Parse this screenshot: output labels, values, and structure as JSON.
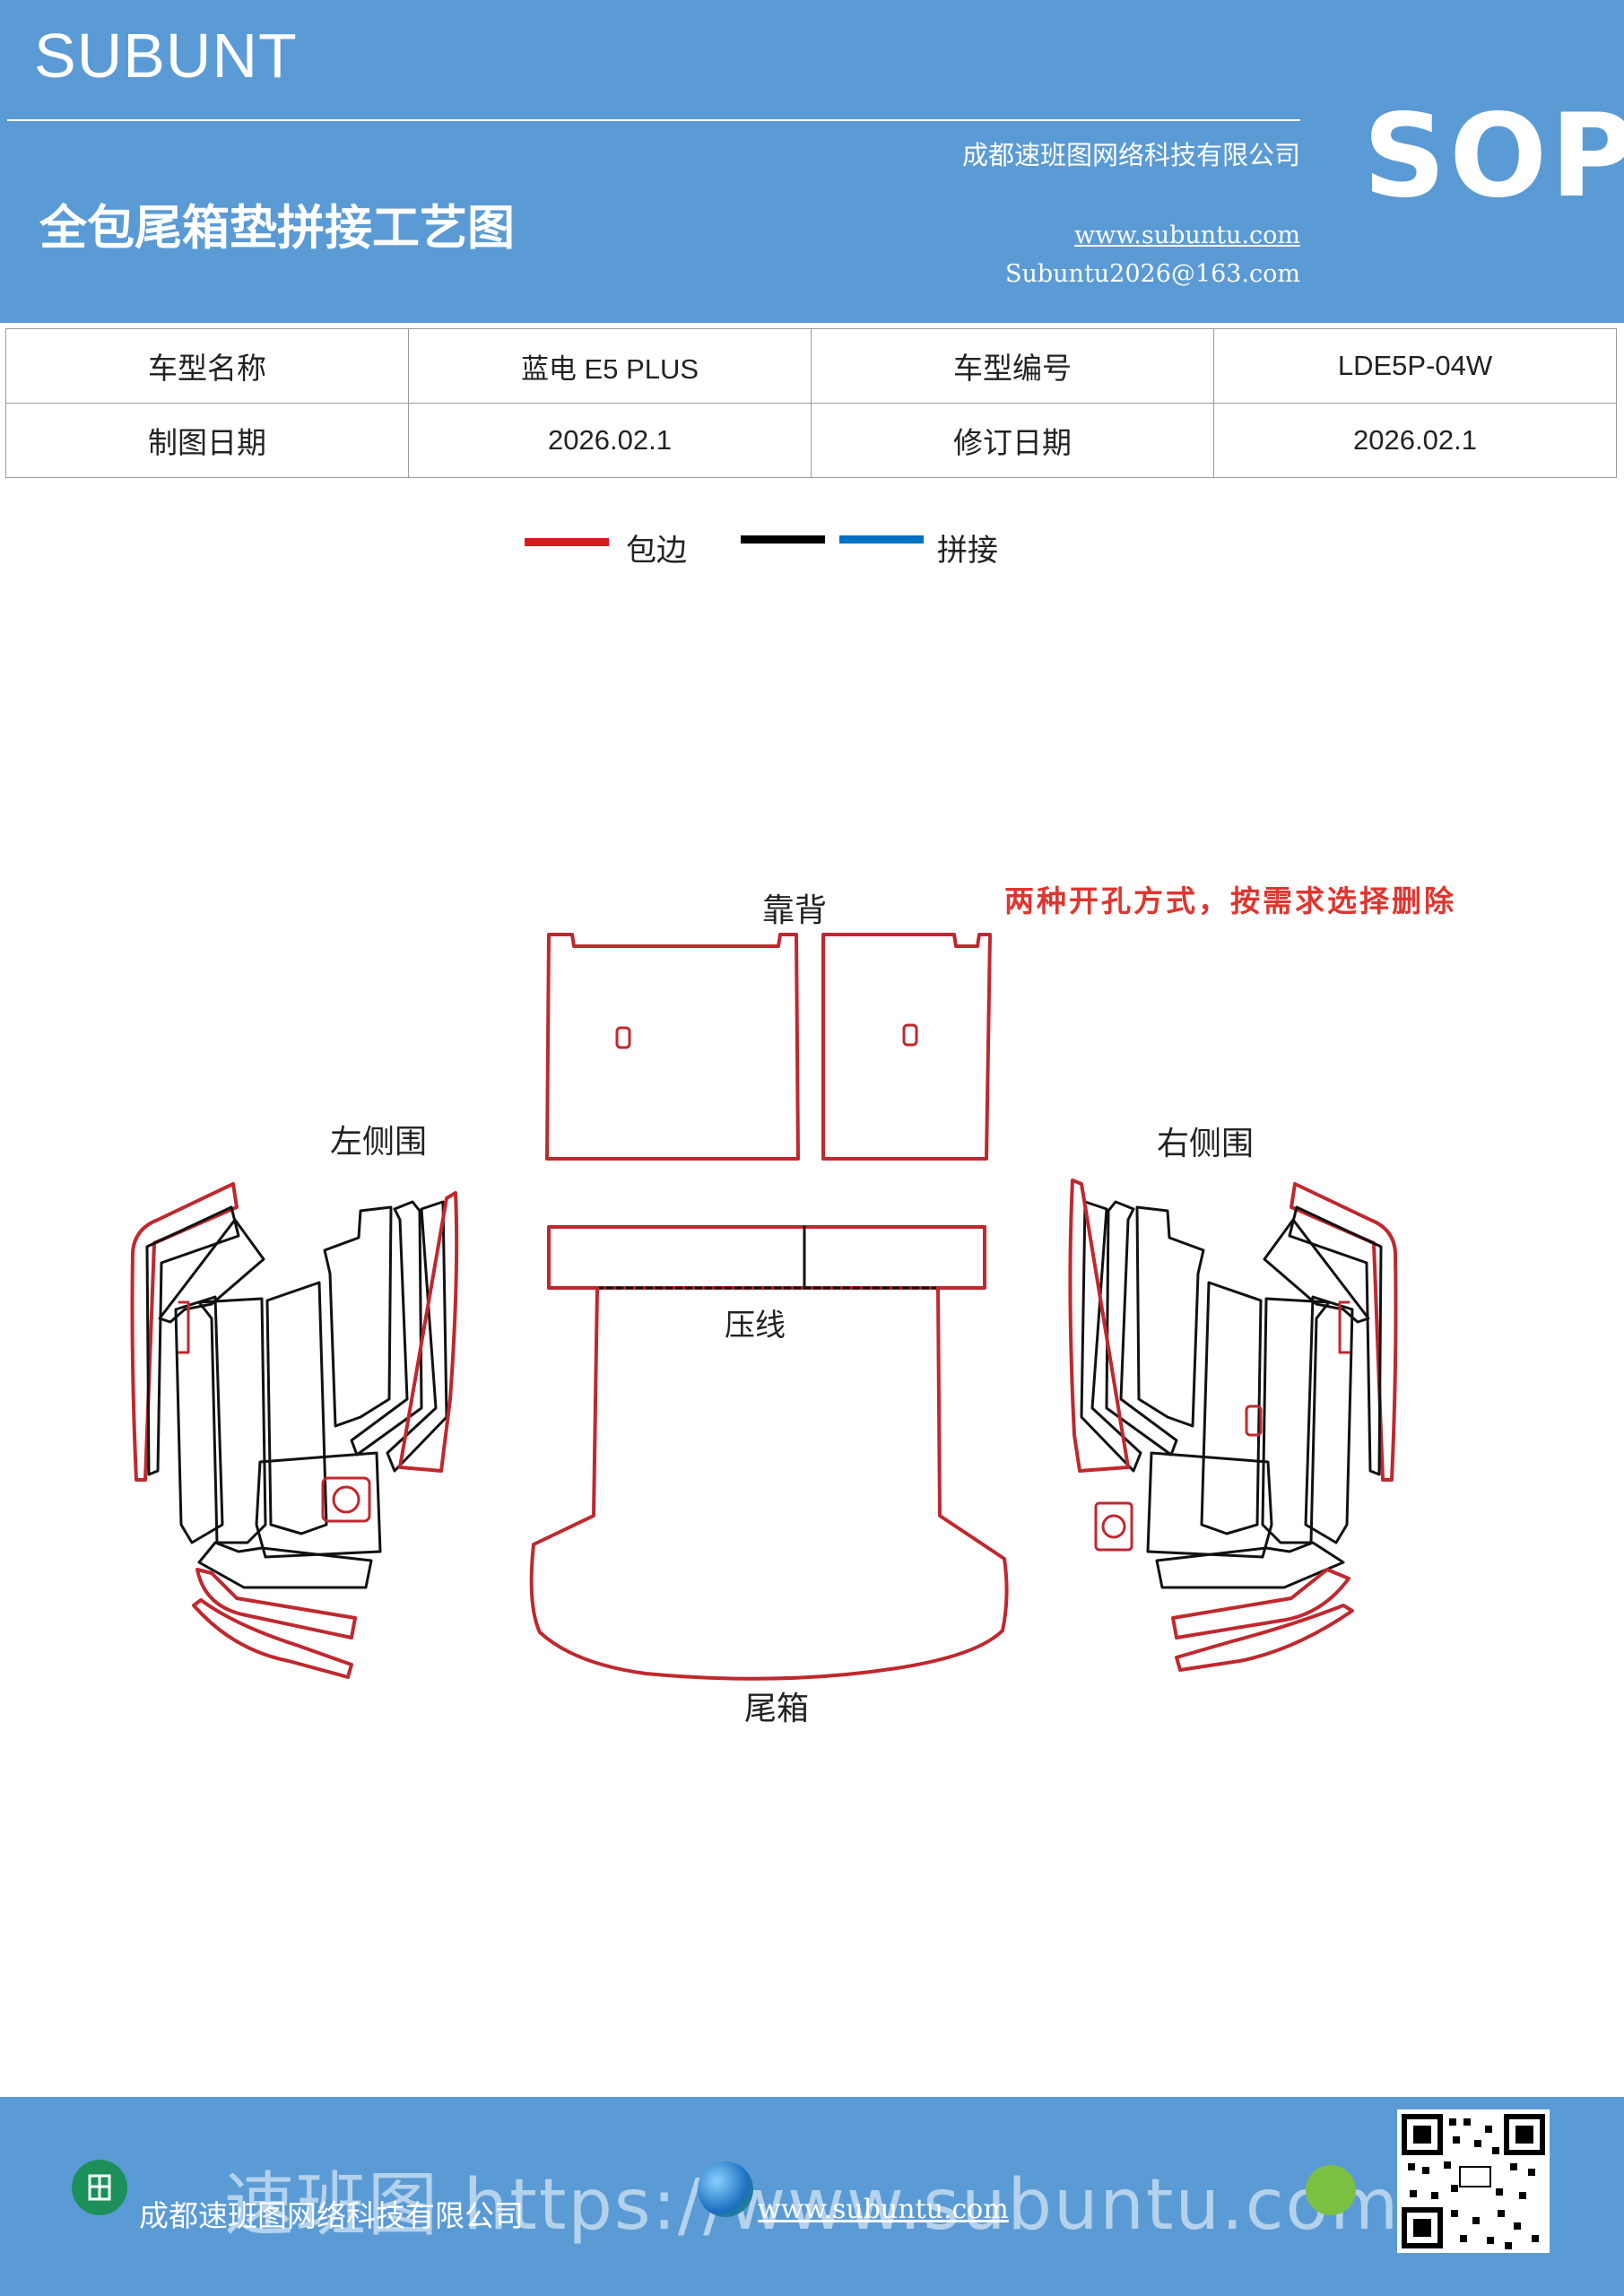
{
  "header": {
    "brand": "SUBUNT",
    "company": "成都速班图网络科技有限公司",
    "badge": "SOP",
    "title": "全包尾箱垫拼接工艺图",
    "website": "www.subuntu.com",
    "email": "Subuntu2026@163.com"
  },
  "info_table": {
    "rows": [
      [
        "车型名称",
        "蓝电 E5  PLUS",
        "车型编号",
        "LDE5P-04W"
      ],
      [
        "制图日期",
        "2026.02.1",
        "修订日期",
        "2026.02.1"
      ]
    ]
  },
  "legend": {
    "items": [
      {
        "label": "包边",
        "color": "#e0141e"
      },
      {
        "label": "",
        "color": "#000000"
      },
      {
        "label": "拼接",
        "color": "#0070c0"
      }
    ]
  },
  "diagram": {
    "labels": {
      "backrest": "靠背",
      "left_side": "左侧围",
      "right_side": "右侧围",
      "crease": "压线",
      "trunk": "尾箱"
    },
    "note": "两种开孔方式，按需求选择删除",
    "colors": {
      "edge": "#c0282e",
      "outline": "#111111"
    }
  },
  "footer": {
    "watermark": "速班图 https://www.subuntu.com",
    "company": "成都速班图网络科技有限公司",
    "website": "www.subuntu.com",
    "icons": [
      "building-icon",
      "globe-icon",
      "wechat-icon"
    ],
    "qr": "qr-code"
  }
}
